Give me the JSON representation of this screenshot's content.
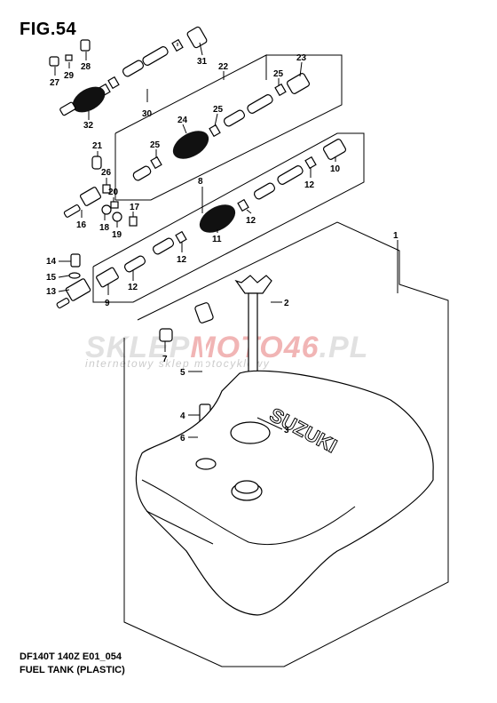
{
  "figure": {
    "title": "FIG.54",
    "caption_model": "DF140T 140Z E01_054",
    "caption_name": "FUEL TANK (PLASTIC)"
  },
  "watermark": {
    "brand_prefix": "SKLEP",
    "brand_accent": "MOTO46",
    "brand_suffix": ".PL",
    "tagline": "internetowy sklep motocyklowy"
  },
  "callouts": [
    "1",
    "2",
    "3",
    "4",
    "5",
    "6",
    "7",
    "8",
    "9",
    "10",
    "11",
    "12",
    "13",
    "14",
    "15",
    "16",
    "17",
    "18",
    "19",
    "20",
    "21",
    "22",
    "23",
    "24",
    "25",
    "26",
    "27",
    "28",
    "29",
    "30",
    "31",
    "32"
  ]
}
